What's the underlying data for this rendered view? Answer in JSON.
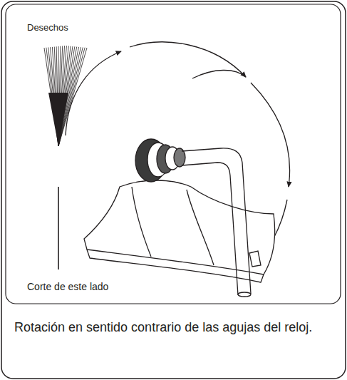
{
  "diagram": {
    "caption": "Rotación en sentido contrario de las agujas del reloj.",
    "labels": [
      "Desechos",
      "Corte de este lado"
    ]
  }
}
